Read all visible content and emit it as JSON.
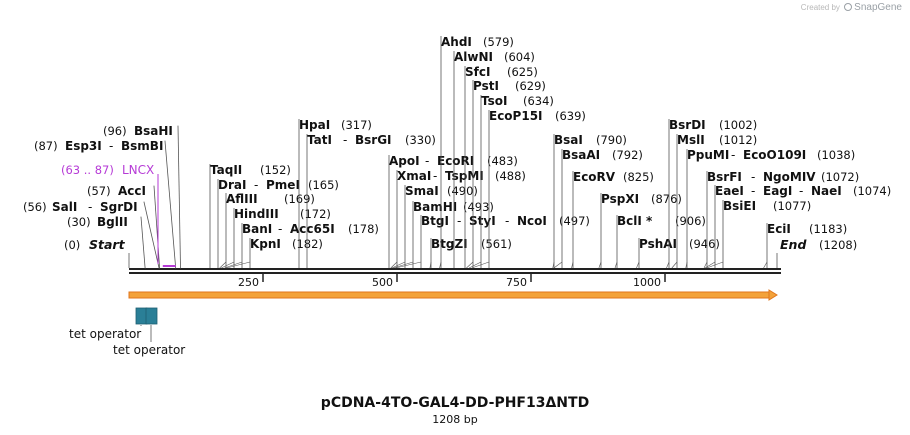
{
  "credit": {
    "created_by": "Created by",
    "brand": "SnapGene"
  },
  "title": "pCDNA-4TO-GAL4-DD-PHF13ΔNTD",
  "length_label": "1208 bp",
  "colors": {
    "enzyme": "#111111",
    "feature_lncx": "#b63bd6",
    "orf_fill": "#f3a23a",
    "orf_edge": "#e0761c",
    "tet": "#2a7f97",
    "backbone": "#222222"
  },
  "axis": {
    "start": 0,
    "end": 1208,
    "ticks": [
      250,
      500,
      750,
      1000
    ]
  },
  "sites": [
    {
      "name": "Start",
      "pos": "(0)",
      "bp": 0,
      "italic": true
    },
    {
      "name": "BglII",
      "pos": "(30)",
      "bp": 30
    },
    {
      "name": "SalI",
      "pos": "(56)",
      "bp": 56,
      "pair": "SgrDI"
    },
    {
      "name": "AccI",
      "pos": "(57)",
      "bp": 57
    },
    {
      "name": "Esp3I",
      "pos": "(87)",
      "bp": 87,
      "pair": "BsmBI"
    },
    {
      "name": "BsaHI",
      "pos": "(96)",
      "bp": 96
    },
    {
      "name": "TaqII",
      "pos": "(152)",
      "bp": 152
    },
    {
      "name": "DraI",
      "pos": "(165)",
      "bp": 165,
      "pair": "PmeI"
    },
    {
      "name": "AflIII",
      "pos": "(169)",
      "bp": 169
    },
    {
      "name": "HindIII",
      "pos": "(172)",
      "bp": 172
    },
    {
      "name": "BanI",
      "pos": "(178)",
      "bp": 178,
      "pair": "Acc65I"
    },
    {
      "name": "KpnI",
      "pos": "(182)",
      "bp": 182
    },
    {
      "name": "HpaI",
      "pos": "(317)",
      "bp": 317
    },
    {
      "name": "TatI",
      "pos": "(330)",
      "bp": 330,
      "pair": "BsrGI"
    },
    {
      "name": "ApoI",
      "pos": "(483)",
      "bp": 483,
      "pair": "EcoRI"
    },
    {
      "name": "XmaI",
      "pos": "(488)",
      "bp": 488,
      "pair": "TspMI"
    },
    {
      "name": "SmaI",
      "pos": "(490)",
      "bp": 490
    },
    {
      "name": "BamHI",
      "pos": "(493)",
      "bp": 493
    },
    {
      "name": "BtgI",
      "pos": "(497)",
      "bp": 497,
      "pair": "StyI",
      "pair2": "NcoI"
    },
    {
      "name": "BtgZI",
      "pos": "(561)",
      "bp": 561
    },
    {
      "name": "AhdI",
      "pos": "(579)",
      "bp": 579
    },
    {
      "name": "AlwNI",
      "pos": "(604)",
      "bp": 604
    },
    {
      "name": "SfcI",
      "pos": "(625)",
      "bp": 625
    },
    {
      "name": "PstI",
      "pos": "(629)",
      "bp": 629
    },
    {
      "name": "TsoI",
      "pos": "(634)",
      "bp": 634
    },
    {
      "name": "EcoP15I",
      "pos": "(639)",
      "bp": 639
    },
    {
      "name": "BsaI",
      "pos": "(790)",
      "bp": 790
    },
    {
      "name": "BsaAI",
      "pos": "(792)",
      "bp": 792
    },
    {
      "name": "EcoRV",
      "pos": "(825)",
      "bp": 825
    },
    {
      "name": "PspXI",
      "pos": "(876)",
      "bp": 876
    },
    {
      "name": "BclI *",
      "pos": "(906)",
      "bp": 906
    },
    {
      "name": "PshAI",
      "pos": "(946)",
      "bp": 946
    },
    {
      "name": "BsrDI",
      "pos": "(1002)",
      "bp": 1002
    },
    {
      "name": "MslI",
      "pos": "(1012)",
      "bp": 1012
    },
    {
      "name": "PpuMI",
      "pos": "(1038)",
      "bp": 1038,
      "pair": "EcoO109I"
    },
    {
      "name": "BsrFI",
      "pos": "(1072)",
      "bp": 1072,
      "pair": "NgoMIV"
    },
    {
      "name": "EaeI",
      "pos": "(1074)",
      "bp": 1074,
      "pair": "EagI",
      "pair2": "NaeI"
    },
    {
      "name": "BsiEI",
      "pos": "(1077)",
      "bp": 1077
    },
    {
      "name": "EciI",
      "pos": "(1183)",
      "bp": 1183
    },
    {
      "name": "End",
      "pos": "(1208)",
      "bp": 1208,
      "italic": true
    }
  ],
  "features": [
    {
      "name": "LNCX",
      "range": "(63 .. 87)",
      "start": 63,
      "end": 87,
      "kind": "lncx"
    },
    {
      "name": "ORF",
      "start": 0,
      "end": 1208,
      "kind": "orf",
      "label": ""
    },
    {
      "name": "tet operator",
      "start": 13,
      "end": 31,
      "kind": "tet"
    },
    {
      "name": "tet operator",
      "start": 33,
      "end": 51,
      "kind": "tet"
    }
  ]
}
